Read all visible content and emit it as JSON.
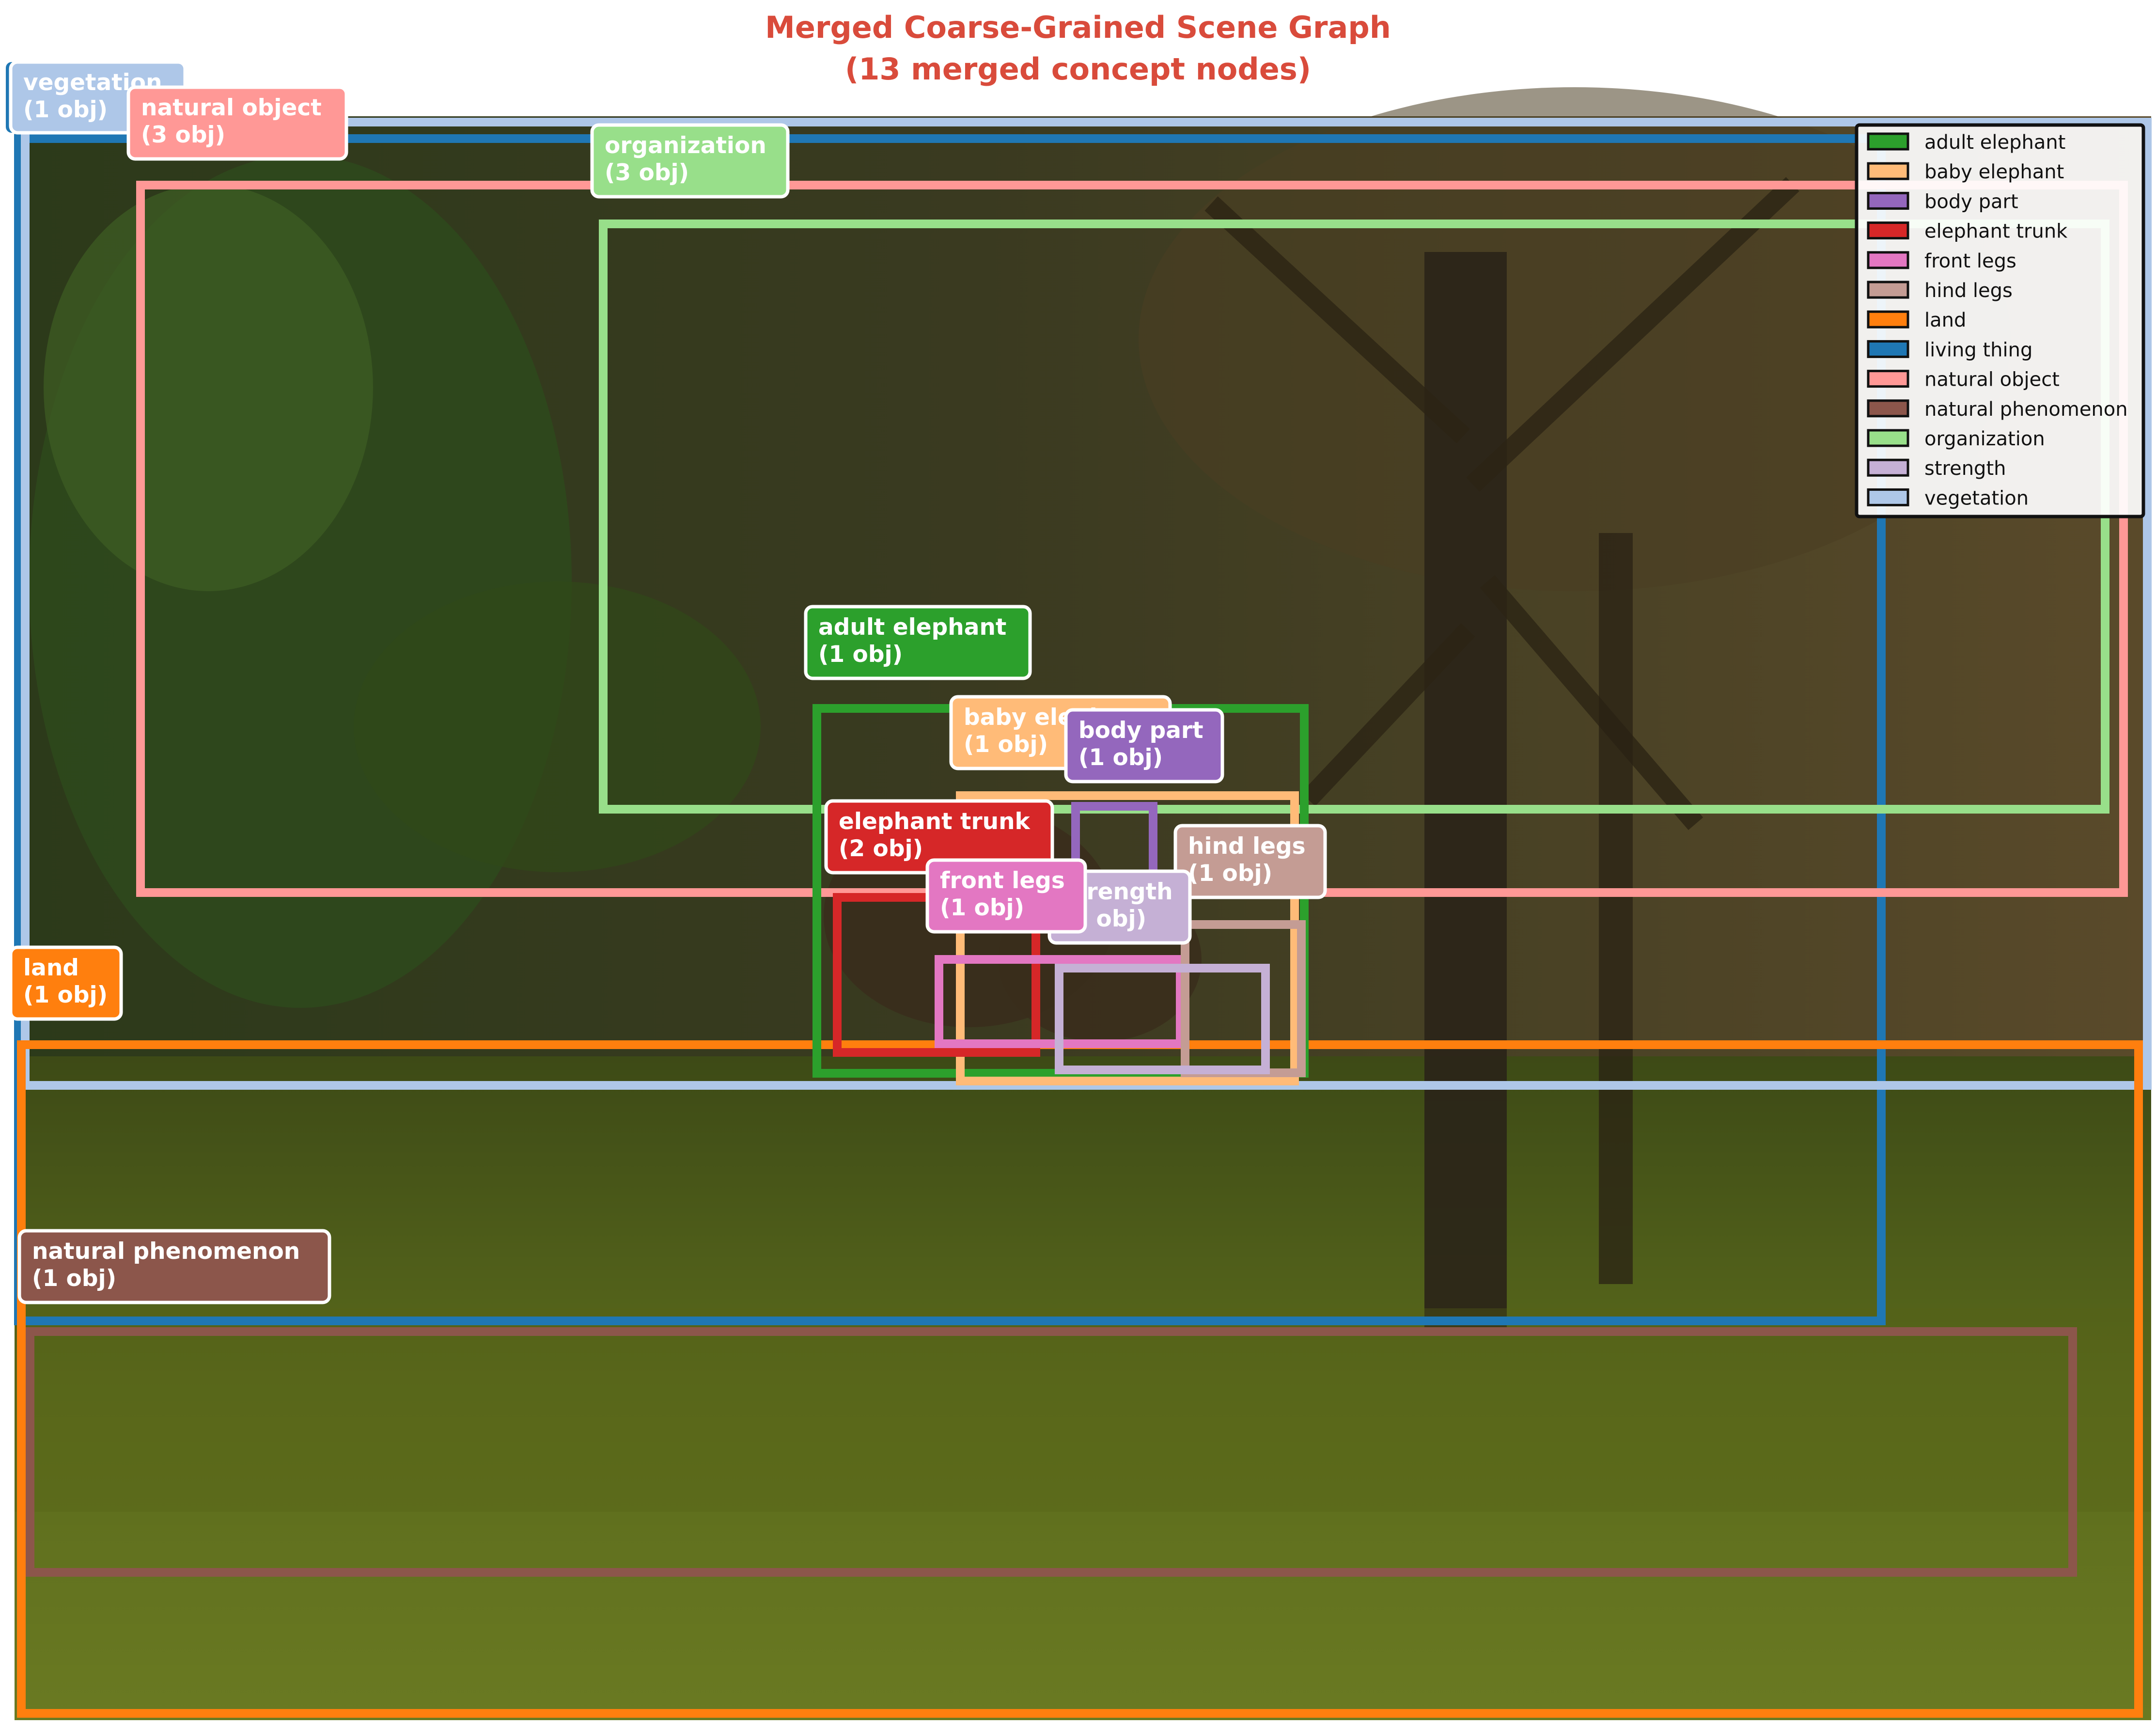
{
  "title": {
    "line1": "Merged Coarse-Grained Scene Graph",
    "line2": "(13 merged concept nodes)",
    "color": "#d94b3b"
  },
  "concepts": [
    {
      "key": "adult_elephant",
      "name": "adult elephant",
      "count_label": "(1 obj)",
      "color": "#2ca02c"
    },
    {
      "key": "baby_elephant",
      "name": "baby elephant",
      "count_label": "(1 obj)",
      "color": "#ffbb78"
    },
    {
      "key": "body_part",
      "name": "body part",
      "count_label": "(1 obj)",
      "color": "#9467bd"
    },
    {
      "key": "elephant_trunk",
      "name": "elephant trunk",
      "count_label": "(2 obj)",
      "color": "#d62728"
    },
    {
      "key": "front_legs",
      "name": "front legs",
      "count_label": "(1 obj)",
      "color": "#e377c2"
    },
    {
      "key": "hind_legs",
      "name": "hind legs",
      "count_label": "(1 obj)",
      "color": "#c49c94"
    },
    {
      "key": "land",
      "name": "land",
      "count_label": "(1 obj)",
      "color": "#ff7f0e"
    },
    {
      "key": "living_thing",
      "name": "living thing",
      "count_label": "",
      "color": "#1f77b4"
    },
    {
      "key": "natural_object",
      "name": "natural object",
      "count_label": "(3 obj)",
      "color": "#ff9896"
    },
    {
      "key": "natural_phenomenon",
      "name": "natural phenomenon",
      "count_label": "(1 obj)",
      "color": "#8c564b"
    },
    {
      "key": "organization",
      "name": "organization",
      "count_label": "(3 obj)",
      "color": "#98df8a"
    },
    {
      "key": "strength",
      "name": "strength",
      "count_label": "(1 obj)",
      "color": "#c5b0d5"
    },
    {
      "key": "vegetation",
      "name": "vegetation",
      "count_label": "(1 obj)",
      "color": "#aec7e8"
    }
  ],
  "legend_order": [
    "adult_elephant",
    "baby_elephant",
    "body_part",
    "elephant_trunk",
    "front_legs",
    "hind_legs",
    "land",
    "living_thing",
    "natural_object",
    "natural_phenomenon",
    "organization",
    "strength",
    "vegetation"
  ]
}
